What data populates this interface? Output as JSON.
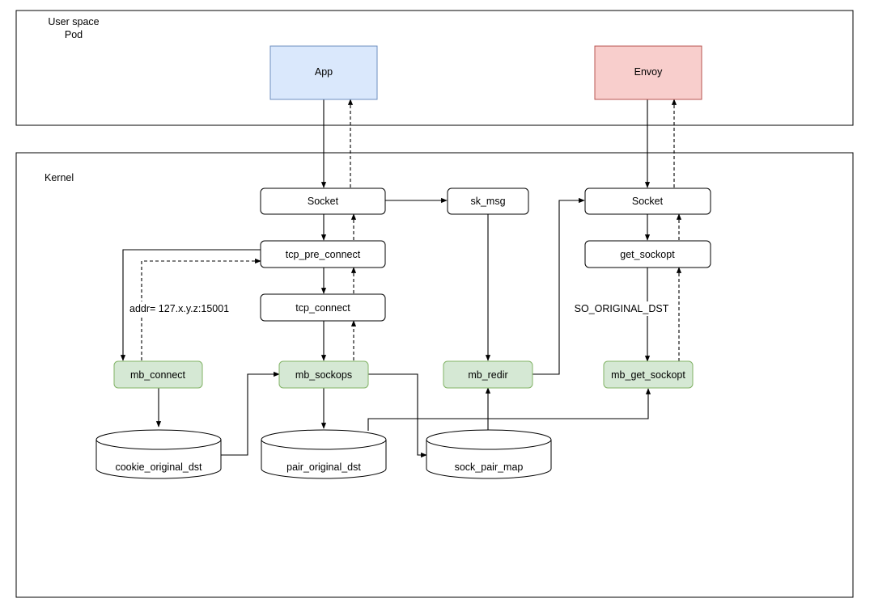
{
  "regions": {
    "user_space": {
      "title_line1": "User space",
      "title_line2": "Pod"
    },
    "kernel": {
      "title": "Kernel"
    }
  },
  "nodes": {
    "app": "App",
    "envoy": "Envoy",
    "socket_left": "Socket",
    "sk_msg": "sk_msg",
    "socket_right": "Socket",
    "tcp_pre_connect": "tcp_pre_connect",
    "get_sockopt": "get_sockopt",
    "tcp_connect": "tcp_connect",
    "mb_connect": "mb_connect",
    "mb_sockops": "mb_sockops",
    "mb_redir": "mb_redir",
    "mb_get_sockopt": "mb_get_sockopt"
  },
  "maps": {
    "cookie_original_dst": "cookie_original_dst",
    "pair_original_dst": "pair_original_dst",
    "sock_pair_map": "sock_pair_map"
  },
  "edge_labels": {
    "addr": "addr= 127.x.y.z:15001",
    "so_original_dst": "SO_ORIGINAL_DST"
  },
  "colors": {
    "app_fill": "#dae8fc",
    "envoy_fill": "#f8cecc",
    "ebpf_fill": "#d5e8d4"
  }
}
